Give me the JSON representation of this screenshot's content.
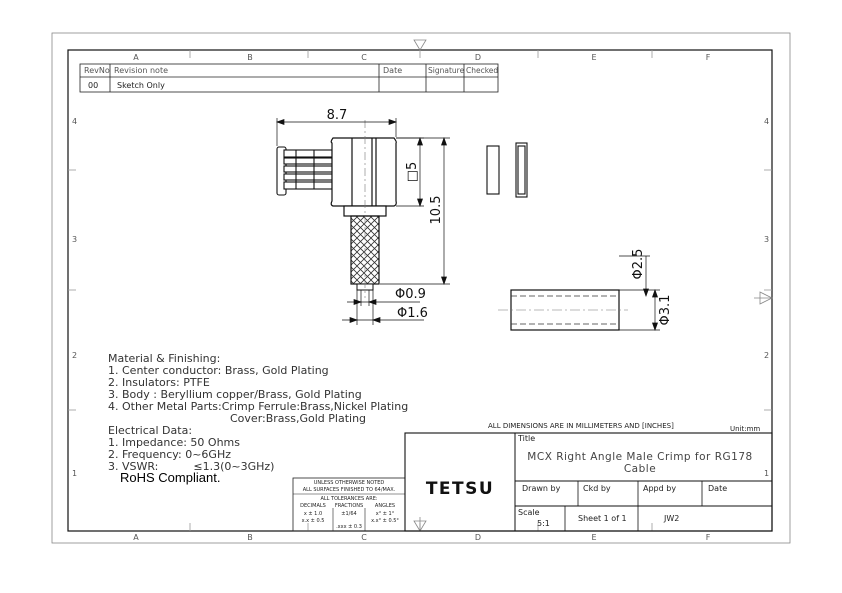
{
  "border": {
    "columns": [
      "A",
      "B",
      "C",
      "D",
      "E",
      "F"
    ],
    "rows": [
      "4",
      "3",
      "2",
      "1"
    ]
  },
  "revision_table": {
    "headers": [
      "RevNo",
      "Revision note",
      "Date",
      "Signature",
      "Checked"
    ],
    "rows": [
      [
        "00",
        "Sketch Only",
        "",
        "",
        ""
      ]
    ]
  },
  "dimensions": {
    "length": "8.7",
    "height": "10.5",
    "square": "□5",
    "pin_dia": "Φ0.9",
    "insulator_dia": "Φ1.6",
    "ferrule_inner": "Φ2.5",
    "ferrule_outer": "Φ3.1"
  },
  "notes": {
    "materials_title": "Material & Finishing:",
    "materials": [
      "1. Center conductor: Brass, Gold Plating",
      "2. Insulators: PTFE",
      "3. Body : Beryllium copper/Brass, Gold Plating",
      "4. Other Metal Parts:Crimp Ferrule:Brass,Nickel Plating",
      "Cover:Brass,Gold Plating"
    ],
    "electrical_title": "Electrical Data:",
    "electrical": [
      "1. Impedance: 50 Ohms",
      "2. Frequency: 0~6GHz",
      "3. VSWR:          ≤1.3(0~3GHz)"
    ],
    "rohs": "RoHS Compliant."
  },
  "tolerance_block": {
    "line1": "UNLESS OTHERWISE NOTED",
    "line2": "ALL SURFACES FINISHED TO 64/MAX.",
    "line3": "ALL TOLERANCES ARE:",
    "headers": [
      "DECIMALS",
      "FRACTIONS",
      "ANGLES"
    ],
    "decimals": [
      "x ± 1.0",
      "x.x ± 0.5"
    ],
    "fractions": [
      "±1/64",
      ".xxx ± 0.3"
    ],
    "angles": [
      "x° ± 1°",
      "x.x° ± 0.5°"
    ]
  },
  "title_block": {
    "dims_note": "ALL DIMENSIONS ARE IN MILLIMETERS AND [INCHES]",
    "unit": "Unit:mm",
    "title_label": "Title",
    "title_line1": "MCX Right Angle Male Crimp for RG178",
    "title_line2": "Cable",
    "company": "TETSU",
    "drawn_by": "Drawn by",
    "ckd_by": "Ckd by",
    "appd_by": "Appd by",
    "date": "Date",
    "scale_label": "Scale",
    "scale_value": "5:1",
    "sheet": "Sheet 1 of 1",
    "doc": "JW2"
  }
}
